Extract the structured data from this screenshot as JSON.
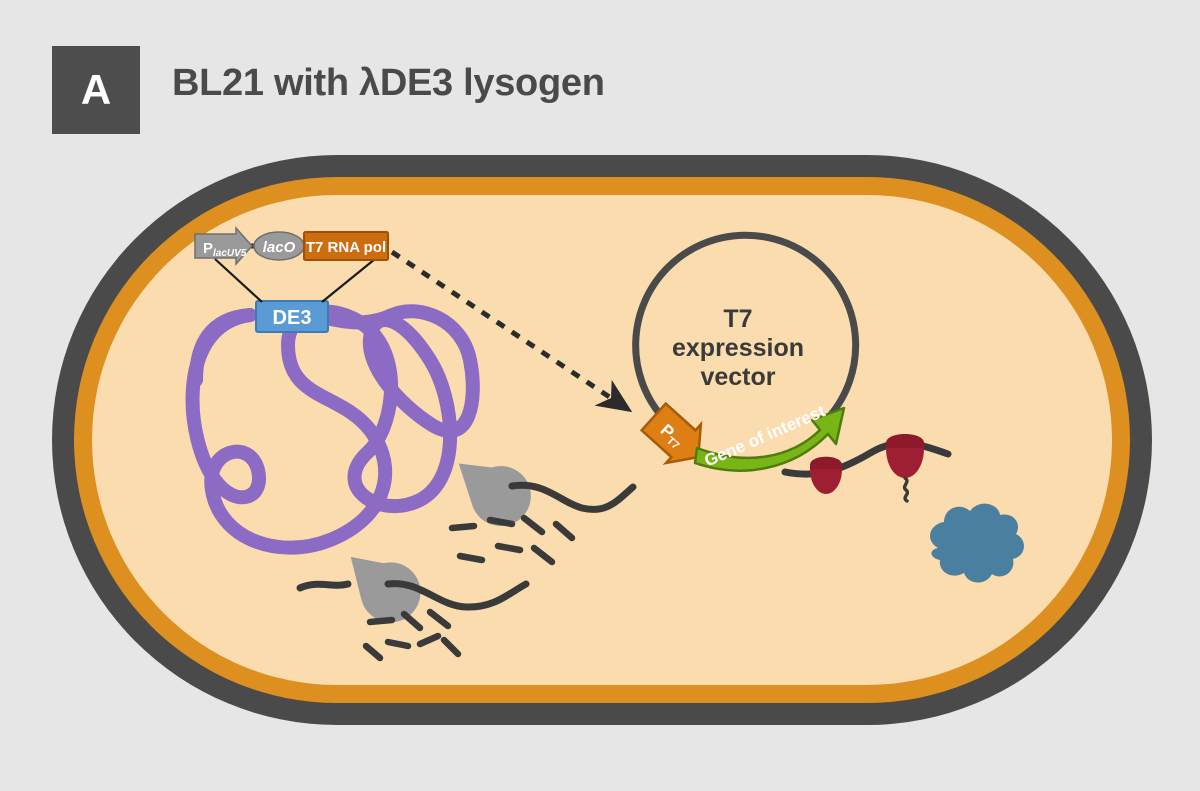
{
  "panel": {
    "badge": "A",
    "title": "BL21 with λDE3 lysogen"
  },
  "colors": {
    "background": "#e6e6e6",
    "cell_wall": "#4a4a4a",
    "cell_membrane": "#dd9020",
    "cytoplasm": "#fadcae",
    "chromosome": "#8b6bc4",
    "de3_box": "#5b9bd5",
    "promoter_lacuv5": "#9a9a9a",
    "laco": "#9a9a9a",
    "t7_rna_pol": "#cc6d10",
    "plasmid": "#4a4a4a",
    "promoter_t7": "#dd7f15",
    "gene_of_interest": "#7ab518",
    "ribosome": "#9e1f32",
    "nuclease": "#9a9a9a",
    "mrna": "#3a3a3a",
    "folded_protein": "#4b7fa0",
    "badge_bg": "#4d4d4d",
    "title_text": "#4a4a4a"
  },
  "chromosome": {
    "label": "DE3",
    "cassette": {
      "promoter_main": "P",
      "promoter_sub": "lacUV5",
      "operator": "lacO",
      "gene": "T7 RNA pol"
    }
  },
  "plasmid": {
    "title_line1": "T7",
    "title_line2": "expression",
    "title_line3": "vector",
    "promoter_main": "P",
    "promoter_sub": "T7",
    "gene_label": "Gene of interest"
  },
  "cytoplasm_elements": {
    "nuclease_count": 2,
    "ribosome_count": 2,
    "folded_protein_count": 1,
    "mrna_strand_count": 3,
    "degraded_fragment_count": 14
  }
}
